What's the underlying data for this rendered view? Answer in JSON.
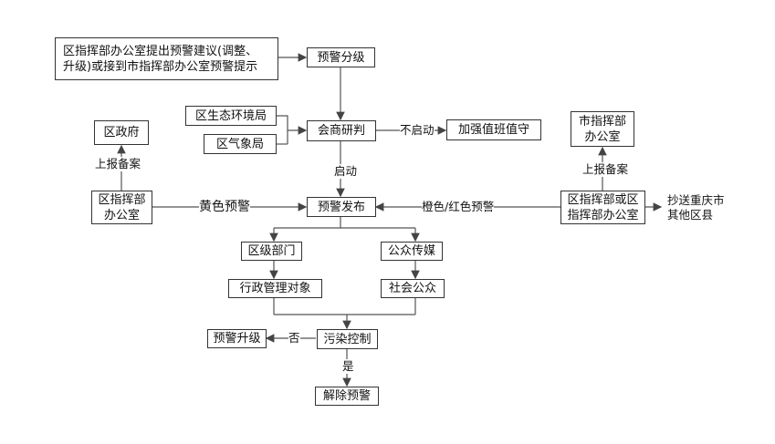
{
  "nodes": {
    "proposal": "区指挥部办公室提出预警建议(调整、\n升级)或接到市指挥部办公室预警提示",
    "grading": "预警分级",
    "ecology_bureau": "区生态环境局",
    "weather_bureau": "区气象局",
    "consult": "会商研判",
    "strengthen_duty": "加强值班值守",
    "district_gov": "区政府",
    "district_office": "区指挥部\n办公室",
    "city_office": "市指挥部\n办公室",
    "release": "预警发布",
    "district_or_office": "区指挥部或区\n指挥部办公室",
    "district_depts": "区级部门",
    "public_media": "公众传媒",
    "admin_targets": "行政管理对象",
    "society_public": "社会公众",
    "pollution_control": "污染控制",
    "warning_upgrade": "预警升级",
    "lift_warning": "解除预警"
  },
  "edge_labels": {
    "not_start": "不启动",
    "start": "启动",
    "report_left": "上报备案",
    "report_right": "上报备案",
    "yellow": "黄色预警",
    "orange_red": "橙色/红色预警",
    "copy_to": "抄送重庆市\n其他区县",
    "no": "否",
    "yes": "是"
  }
}
